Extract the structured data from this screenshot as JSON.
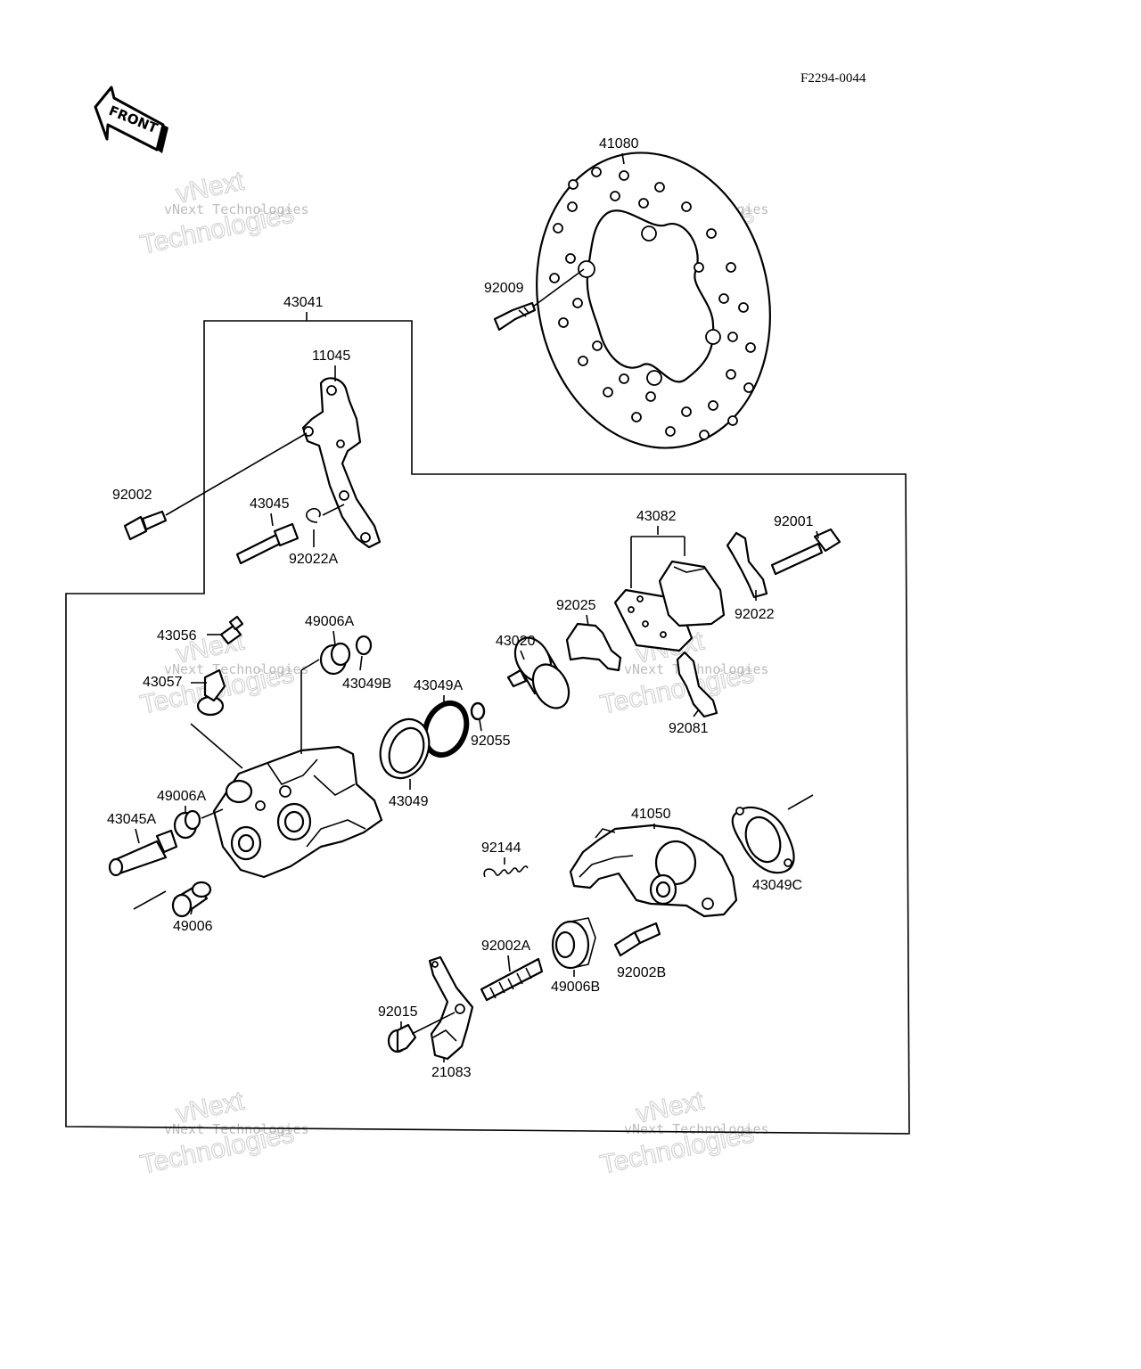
{
  "diagram_code": "F2294-0044",
  "front_label": "FRONT",
  "watermark": {
    "small": "vNext Technologies",
    "large_1": "vNext",
    "large_2": "Technologies"
  },
  "parts": {
    "p41080": "41080",
    "p92009": "92009",
    "p43041": "43041",
    "p11045": "11045",
    "p92002": "92002",
    "p43045": "43045",
    "p92022A": "92022A",
    "p43082": "43082",
    "p92001": "92001",
    "p92022": "92022",
    "p92025": "92025",
    "p43056": "43056",
    "p49006A_top": "49006A",
    "p43049B": "43049B",
    "p43057": "43057",
    "p43020": "43020",
    "p43049A": "43049A",
    "p92055": "92055",
    "p92081": "92081",
    "p49006A_mid": "49006A",
    "p43049": "43049",
    "p43045A": "43045A",
    "p41050": "41050",
    "p92144": "92144",
    "p43049C": "43049C",
    "p49006": "49006",
    "p92002A": "92002A",
    "p92002B": "92002B",
    "p49006B": "49006B",
    "p92015": "92015",
    "p21083": "21083"
  }
}
